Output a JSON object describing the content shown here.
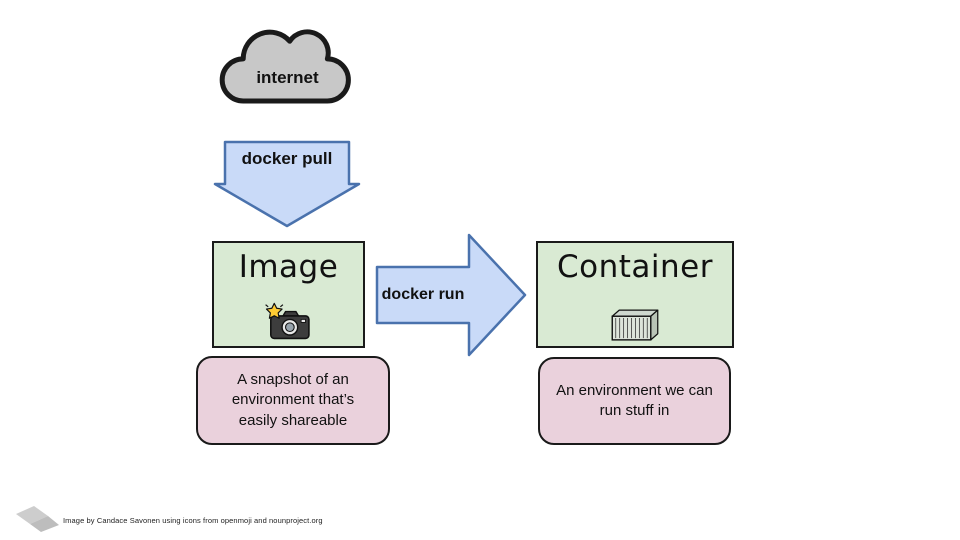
{
  "diagram": {
    "cloud_label": "internet",
    "cloud_icon": "cloud",
    "pull_arrow_label": "docker pull",
    "run_arrow_label": "docker run",
    "image_box": {
      "title": "Image",
      "icon": "camera-with-star",
      "description": "A snapshot of an environment that’s easily shareable"
    },
    "container_box": {
      "title": "Container",
      "icon": "shipping-container",
      "description": "An environment we can run stuff in"
    }
  },
  "footer": {
    "attribution": "Image by Candace Savonen using icons from openmoji and nounproject.org"
  },
  "colors": {
    "box_green": "#d9ead3",
    "note_pink": "#ead1dc",
    "arrow_fill": "#c9daf8",
    "arrow_stroke": "#4a72ad",
    "cloud_gray": "#c8c8c8"
  }
}
